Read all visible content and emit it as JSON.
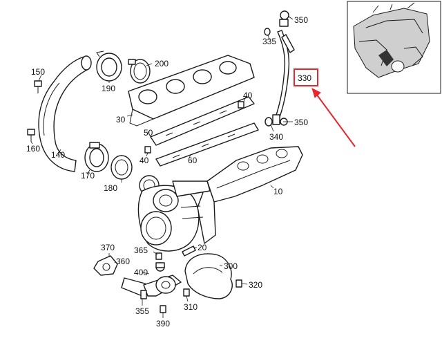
{
  "diagram": {
    "callouts": [
      {
        "id": "c350a",
        "text": "350"
      },
      {
        "id": "c335",
        "text": "335"
      },
      {
        "id": "c330",
        "text": "330"
      },
      {
        "id": "c350b",
        "text": "350"
      },
      {
        "id": "c340",
        "text": "340"
      },
      {
        "id": "c150",
        "text": "150"
      },
      {
        "id": "c190",
        "text": "190"
      },
      {
        "id": "c200",
        "text": "200"
      },
      {
        "id": "c40a",
        "text": "40"
      },
      {
        "id": "c30",
        "text": "30"
      },
      {
        "id": "c50",
        "text": "50"
      },
      {
        "id": "c40b",
        "text": "40"
      },
      {
        "id": "c60",
        "text": "60"
      },
      {
        "id": "c160",
        "text": "160"
      },
      {
        "id": "c140",
        "text": "140"
      },
      {
        "id": "c170",
        "text": "170"
      },
      {
        "id": "c180",
        "text": "180"
      },
      {
        "id": "c10",
        "text": "10"
      },
      {
        "id": "c370",
        "text": "370"
      },
      {
        "id": "c365",
        "text": "365"
      },
      {
        "id": "c20",
        "text": "20"
      },
      {
        "id": "c360",
        "text": "360"
      },
      {
        "id": "c400",
        "text": "400"
      },
      {
        "id": "c300",
        "text": "300"
      },
      {
        "id": "c320",
        "text": "320"
      },
      {
        "id": "c310",
        "text": "310"
      },
      {
        "id": "c355",
        "text": "355"
      },
      {
        "id": "c390",
        "text": "390"
      }
    ],
    "highlight": {
      "label": "330",
      "color": "#e8242c"
    }
  }
}
